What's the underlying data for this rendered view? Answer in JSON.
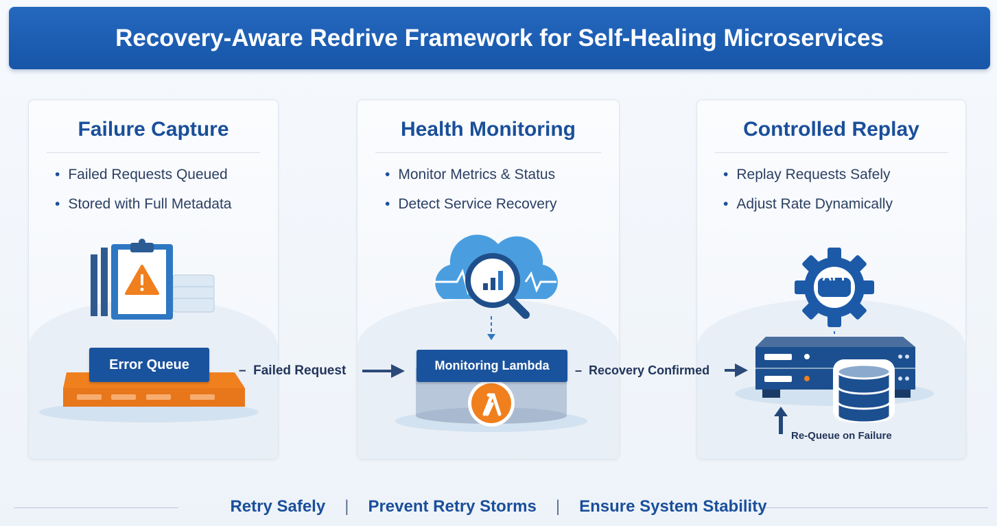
{
  "header": {
    "title": "Recovery-Aware Redrive Framework for Self-Healing Microservices"
  },
  "cards": [
    {
      "title": "Failure Capture",
      "bullets": [
        "Failed Requests Queued",
        "Stored with Full Metadata"
      ],
      "component": "Error Queue",
      "icon": "clipboard-warning-icon"
    },
    {
      "title": "Health Monitoring",
      "bullets": [
        "Monitor Metrics & Status",
        "Detect Service Recovery"
      ],
      "component": "Monitoring Lambda",
      "icon": "cloud-magnifier-icon"
    },
    {
      "title": "Controlled Replay",
      "bullets": [
        "Replay Requests Safely",
        "Adjust Rate Dynamically"
      ],
      "icon": "api-gear-icon",
      "gear_label": "API",
      "note": "Re-Queue on Failure"
    }
  ],
  "flows": [
    "Failed Request",
    "Recovery Confirmed"
  ],
  "footer": {
    "items": [
      "Retry Safely",
      "Prevent Retry Storms",
      "Ensure System Stability"
    ],
    "separator": "|"
  },
  "colors": {
    "primary": "#1a539d",
    "accent": "#f07f1e",
    "light": "#e9eff6"
  }
}
